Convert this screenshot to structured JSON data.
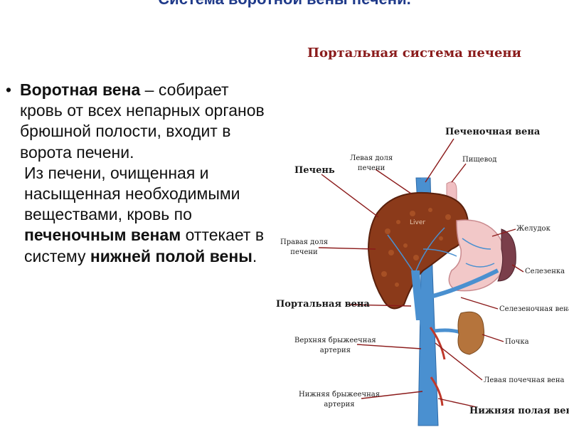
{
  "slide_title": "Система воротной вены печени.",
  "text": {
    "bullet": "•",
    "p1_bold": "Воротная вена",
    "p1_rest": " – собирает кровь от всех непарных органов брюшной полости, входит в ворота печени.",
    "p2_start": "Из печени, очищенная и насыщенная необходимыми веществами, кровь по ",
    "p2_bold1": "печеночным венам",
    "p2_mid": " оттекает в систему ",
    "p2_bold2": "нижней полой вены",
    "p2_end": "."
  },
  "diagram": {
    "title": "Портальная система печени",
    "liver_text": "Liver",
    "labels": {
      "hepatic_vein": "Печеночная вена",
      "left_lobe": "Левая доля\nпечени",
      "esophagus": "Пищевод",
      "liver": "Печень",
      "stomach": "Желудок",
      "right_lobe": "Правая доля\nпечени",
      "spleen": "Селезенка",
      "portal_vein": "Портальная вена",
      "splenic_vein": "Селезеночная вена",
      "superior_mesenteric_artery": "Верхняя брыжеечная\nартерия",
      "kidney": "Почка",
      "left_renal_vein": "Левая почечная вена",
      "inferior_mesenteric_artery": "Нижняя брыжеечная\nартерия",
      "inferior_vena_cava": "Нижняя полая вена"
    }
  },
  "colors": {
    "title": "#1f3a8a",
    "diagram_title": "#8a1c1c",
    "liver": "#8b3a1a",
    "vessel": "#4a90d0",
    "stomach": "#f2c8c8",
    "spleen": "#7a3e4a",
    "kidney": "#b5743c",
    "leader_line": "#8b1a1a"
  }
}
